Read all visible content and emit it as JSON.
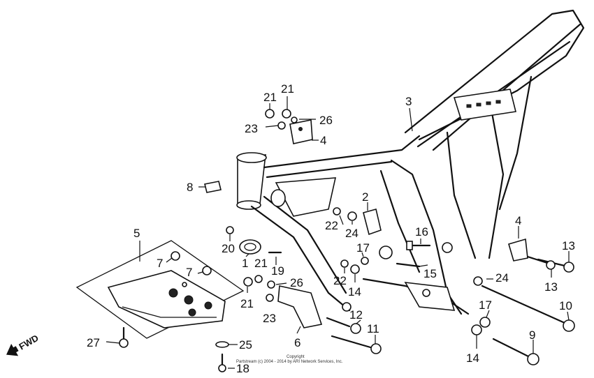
{
  "callouts": {
    "c2": "2",
    "c3": "3",
    "c4a": "4",
    "c4b": "4",
    "c5": "5",
    "c6": "6",
    "c7a": "7",
    "c7b": "7",
    "c8": "8",
    "c9": "9",
    "c10": "10",
    "c11": "11",
    "c12": "12",
    "c13a": "13",
    "c13b": "13",
    "c14a": "14",
    "c14b": "14",
    "c15": "15",
    "c16": "16",
    "c17a": "17",
    "c17b": "17",
    "c18": "18",
    "c19": "19",
    "c20": "20",
    "c21a": "21",
    "c21b": "21",
    "c21c": "21",
    "c21d": "21",
    "c22a": "22",
    "c22b": "22",
    "c23a": "23",
    "c23b": "23",
    "c24a": "24",
    "c24b": "24",
    "c25": "25",
    "c26a": "26",
    "c26b": "26",
    "c27": "27",
    "c1": "1"
  },
  "fwd_label": "FWD",
  "copyright": {
    "line1": "Copyright",
    "line2": "Partstream (c) 2004 - 2014 by ARI Network Services, Inc."
  }
}
